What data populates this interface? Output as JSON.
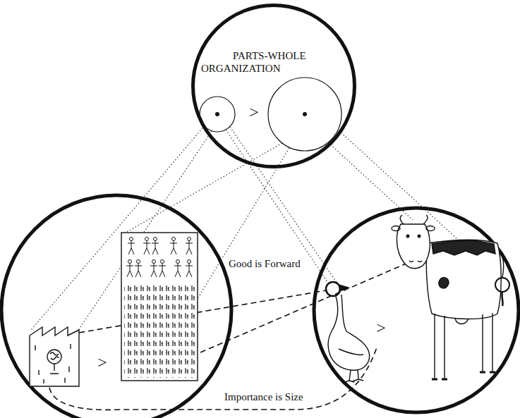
{
  "diagram": {
    "nodes": [
      {
        "text": [
          "PARTS-WHOLE ORGANIZATION"
        ]
      }
    ],
    "labels": [
      ">",
      ">",
      ">",
      "Good is Forward",
      "Importance is Size"
    ]
  }
}
